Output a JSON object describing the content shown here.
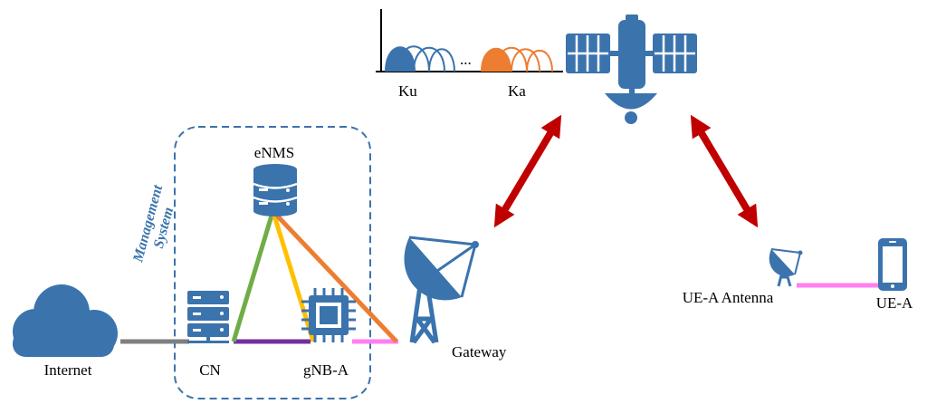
{
  "labels": {
    "internet": "Internet",
    "cn": "CN",
    "gnb": "gNB-A",
    "enms": "eNMS",
    "gateway": "Gateway",
    "ue_antenna": "UE-A Antenna",
    "ue": "UE-A",
    "management_line1": "Management",
    "management_line2": "System"
  },
  "spectrum": {
    "band_left": "Ku",
    "band_right": "Ka",
    "ellipsis": "..."
  },
  "colors": {
    "icon_blue": "#3b73ad",
    "box_border": "#3b73ad",
    "link_gray": "#7f7f7f",
    "link_purple": "#7030a0",
    "link_pink": "#ff7ff0",
    "link_green": "#70ad47",
    "link_yellow": "#ffc000",
    "link_orange": "#ed7d31",
    "arrow_red": "#c00000",
    "spectrum_orange": "#ed7d31"
  },
  "icons": [
    "cloud-icon",
    "server-icon",
    "chip-icon",
    "database-icon",
    "satellite-dish-icon",
    "satellite-icon",
    "small-dish-icon",
    "smartphone-icon"
  ]
}
